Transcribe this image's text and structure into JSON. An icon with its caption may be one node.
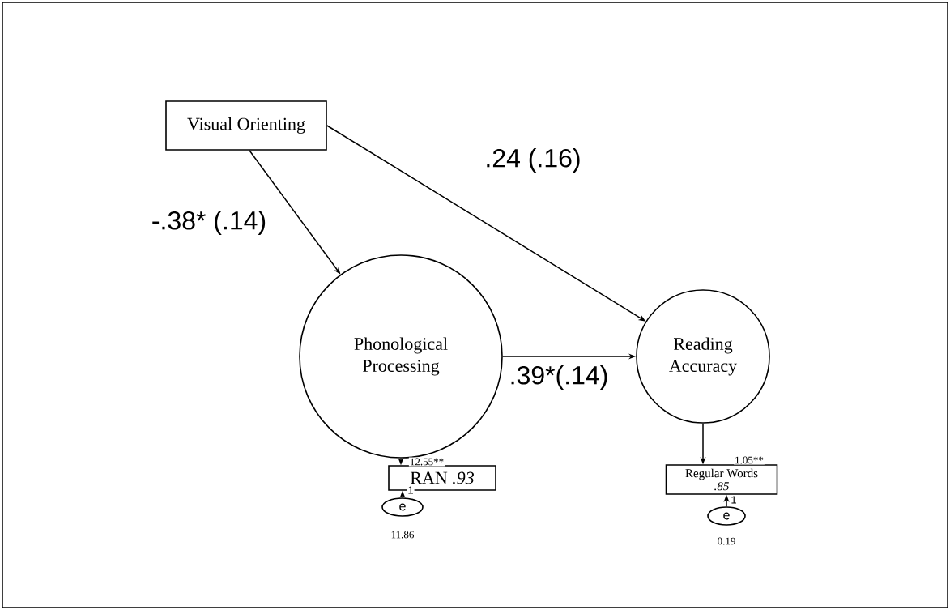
{
  "diagram": {
    "nodes": [
      {
        "text": [
          "Visual Orienting"
        ]
      },
      {
        "text": [
          "Phonological Processing"
        ]
      },
      {
        "text": [
          "Reading Accuracy"
        ]
      },
      {
        "text": [
          "RAN *.93*"
        ]
      },
      {
        "text": [
          "Regular Words",
          ".85"
        ]
      },
      {
        "text": [
          "e"
        ],
        "beside": [
          "11.86"
        ]
      },
      {
        "text": [
          "e"
        ],
        "beside": [
          "0.19"
        ]
      }
    ],
    "edges": [
      {
        "from": 0,
        "to": 1,
        "arrow": "to",
        "label": "-.38* (.14)"
      },
      {
        "from": 0,
        "to": 2,
        "arrow": "to",
        "label": ".24 (.16)"
      },
      {
        "from": 1,
        "to": 2,
        "arrow": "to",
        "label": ".39*(.14)"
      },
      {
        "from": 1,
        "to": 3,
        "arrow": "to",
        "label": "12.55**"
      },
      {
        "from": 2,
        "to": 4,
        "arrow": "to",
        "label": "1.05**"
      },
      {
        "from": 5,
        "to": 3,
        "arrow": "to",
        "label": "1"
      },
      {
        "from": 6,
        "to": 4,
        "arrow": "to",
        "label": "1"
      }
    ]
  }
}
